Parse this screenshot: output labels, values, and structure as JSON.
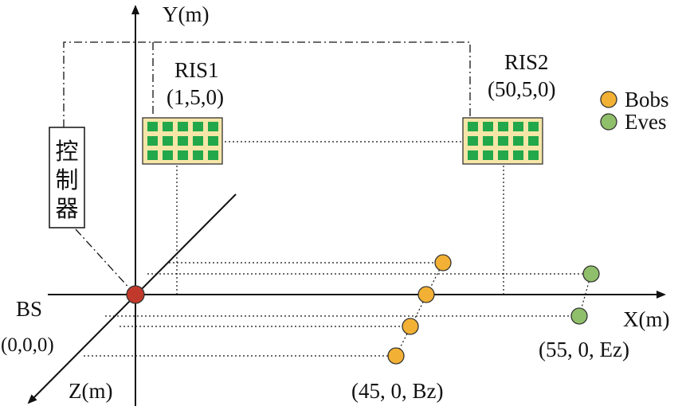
{
  "axes": {
    "x_label": "X(m)",
    "y_label": "Y(m)",
    "z_label": "Z(m)"
  },
  "bs": {
    "name": "BS",
    "coord": "(0,0,0)",
    "color": "#c0392b"
  },
  "ris1": {
    "name": "RIS1",
    "coord": "(1,5,0)"
  },
  "ris2": {
    "name": "RIS2",
    "coord": "(50,5,0)"
  },
  "controller": {
    "chars": [
      "控",
      "制",
      "器"
    ]
  },
  "legend": {
    "bobs": {
      "label": "Bobs",
      "color": "#f2b134"
    },
    "eves": {
      "label": "Eves",
      "color": "#8fbf6a"
    }
  },
  "bobs_coord": "(45, 0, Bz)",
  "eves_coord": "(55, 0, Ez)",
  "colors": {
    "ris_bg": "#f5e6a8",
    "ris_cell": "#22a84a"
  }
}
